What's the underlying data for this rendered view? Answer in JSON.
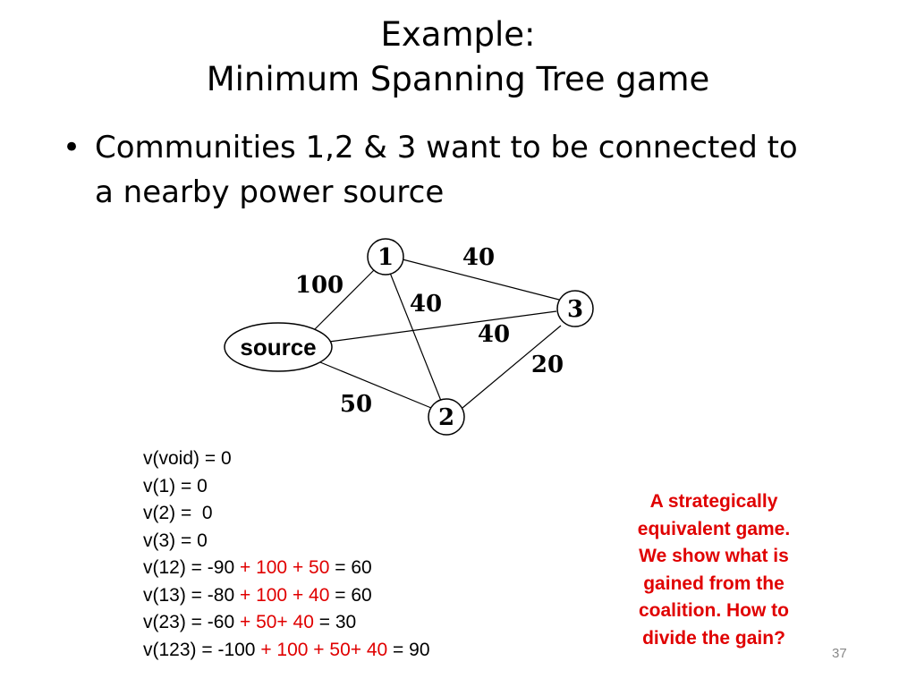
{
  "slide": {
    "title_line1": "Example:",
    "title_line2": "Minimum Spanning Tree game",
    "bullet_symbol": "•",
    "bullet_line1": "Communities 1,2 & 3 want to be connected to",
    "bullet_line2": "a nearby power source",
    "page_number": "37"
  },
  "graph": {
    "nodes": {
      "node1": "1",
      "node2": "2",
      "node3": "3",
      "source": "source"
    },
    "edges": {
      "source_1": "100",
      "node1_3": "40",
      "node1_2": "40",
      "source_3": "40",
      "node2_3": "20",
      "source_2": "50"
    }
  },
  "values": [
    {
      "prefix": "v(void) = 0",
      "red": "",
      "suffix": ""
    },
    {
      "prefix": "v(1) = 0",
      "red": "",
      "suffix": ""
    },
    {
      "prefix": "v(2) =  0",
      "red": "",
      "suffix": ""
    },
    {
      "prefix": "v(3) = 0",
      "red": "",
      "suffix": ""
    },
    {
      "prefix": "v(12) = -90 ",
      "red": "+ 100 + 50",
      "suffix": " = 60"
    },
    {
      "prefix": "v(13) = -80 ",
      "red": "+ 100 + 40",
      "suffix": " = 60"
    },
    {
      "prefix": "v(23) = -60 ",
      "red": "+ 50+ 40",
      "suffix": " = 30"
    },
    {
      "prefix": "v(123) = -100 ",
      "red": "+ 100 + 50+ 40",
      "suffix": " = 90"
    }
  ],
  "note": {
    "line1": "A strategically",
    "line2": "equivalent game.",
    "line3": "We show what is",
    "line4": "gained from the",
    "line5": "coalition.  How to",
    "line6": "divide the gain?"
  },
  "colors": {
    "highlight": "#e00000",
    "page_number": "#888888"
  }
}
